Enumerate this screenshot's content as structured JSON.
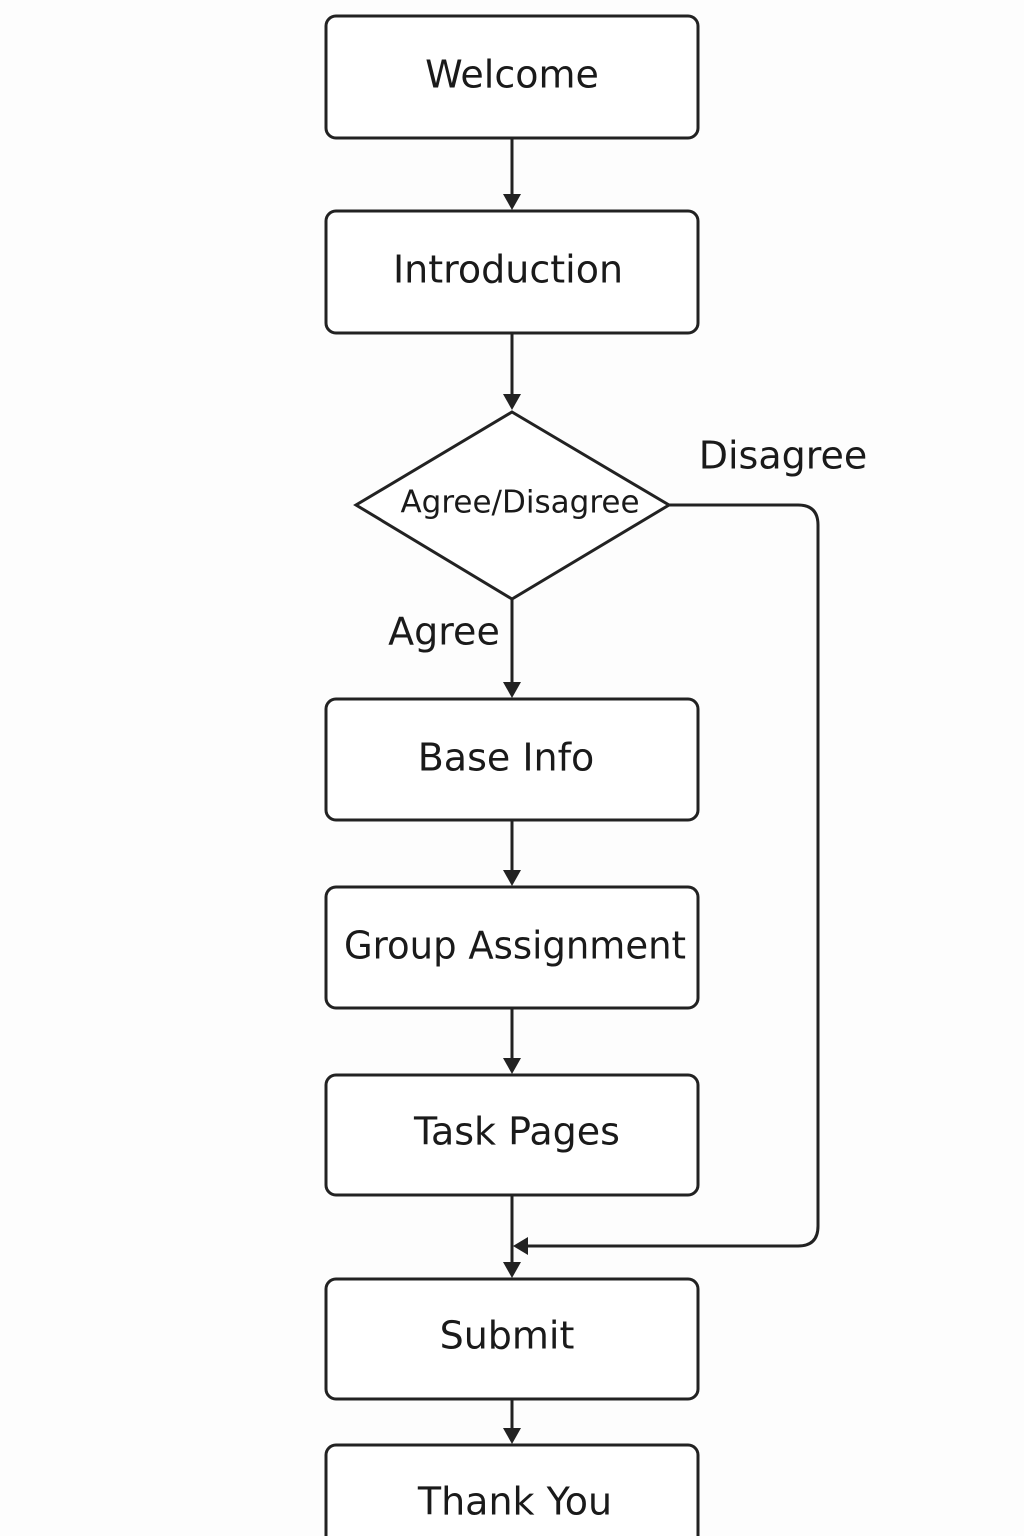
{
  "nodes": {
    "welcome": "Welcome",
    "introduction": "Introduction",
    "decision": "Agree/Disagree",
    "base_info": "Base Info",
    "group_assignment": "Group Assignment",
    "task_pages": "Task Pages",
    "submit": "Submit",
    "thank_you": "Thank You"
  },
  "edge_labels": {
    "agree": "Agree",
    "disagree": "Disagree"
  },
  "colors": {
    "stroke": "#222222",
    "node_fill": "#ffffff",
    "background": "#fdfdfd"
  }
}
